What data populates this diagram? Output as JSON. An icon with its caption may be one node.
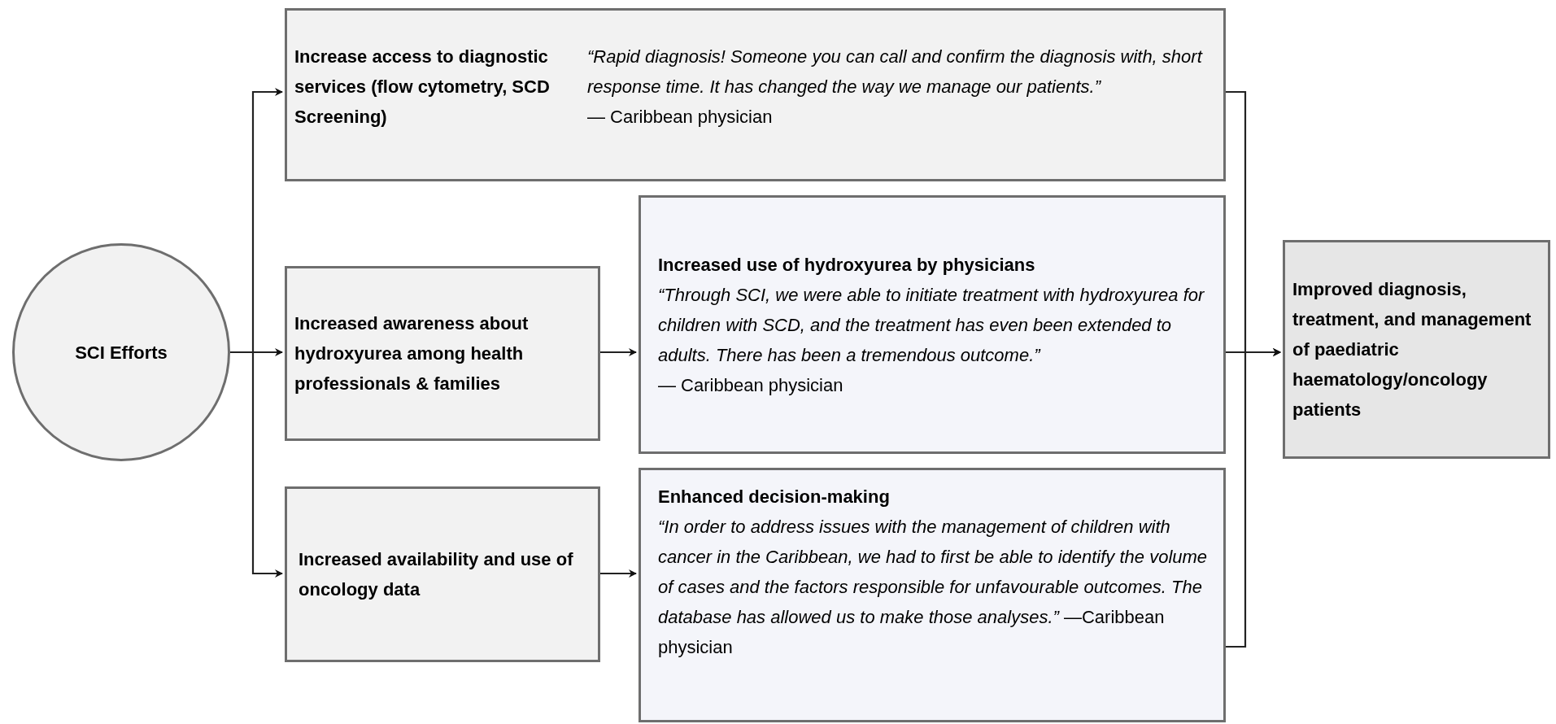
{
  "diagram": {
    "nodes": [
      {
        "text": [
          "SCI Efforts"
        ]
      },
      {
        "text": [
          "Increase access to diagnostic services (flow cytometry, SCD Screening)",
          "“Rapid diagnosis! Someone you can call and confirm the diagnosis with, short response time. It has changed the way we manage our patients.”",
          "— Caribbean physician"
        ]
      },
      {
        "text": [
          "Increased awareness about hydroxyurea among health professionals & families"
        ]
      },
      {
        "text": [
          "Increased use of hydroxyurea by physicians",
          "“Through SCI, we were able to initiate treatment with hydroxyurea for children with SCD, and the treatment has even been extended to adults. There has been a tremendous outcome.”",
          "— Caribbean physician"
        ]
      },
      {
        "text": [
          "Increased availability and use of oncology data"
        ]
      },
      {
        "text": [
          "Enhanced decision-making",
          "*“In order to address issues with the management of children with cancer in the Caribbean, we had to first be able to identify the volume of cases and the factors responsible for unfavourable outcomes. The database has allowed us to make those analyses.”* —Caribbean physician"
        ]
      },
      {
        "text": [
          "Improved diagnosis, treatment, and management of paediatric haematology/oncology patients"
        ]
      }
    ],
    "edges": [
      {
        "from": 0,
        "to": 1,
        "arrow": "to"
      },
      {
        "from": 0,
        "to": 2,
        "arrow": "to"
      },
      {
        "from": 0,
        "to": 4,
        "arrow": "to"
      },
      {
        "from": 2,
        "to": 3,
        "arrow": "to"
      },
      {
        "from": 4,
        "to": 5,
        "arrow": "to"
      },
      {
        "from": 1,
        "to": 6,
        "arrow": "to"
      },
      {
        "from": 3,
        "to": 6,
        "arrow": "to"
      },
      {
        "from": 5,
        "to": 6,
        "arrow": "to"
      }
    ]
  }
}
